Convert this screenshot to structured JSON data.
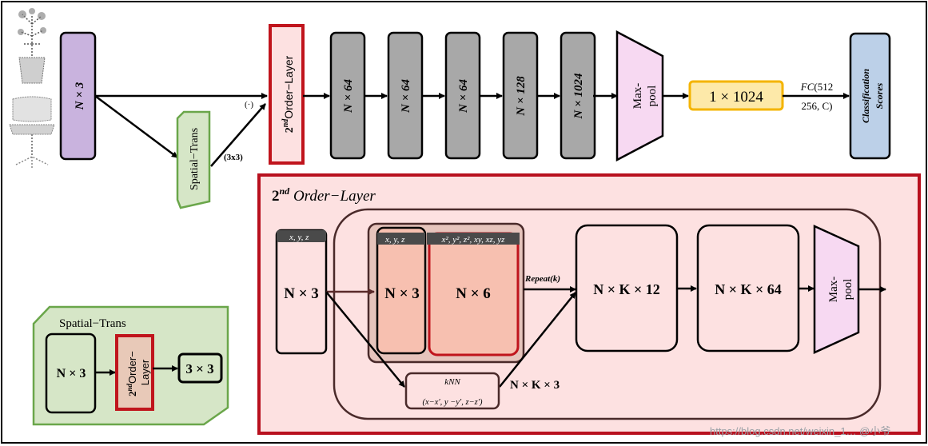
{
  "colors": {
    "frame": "#000000",
    "purple_block": "#c9b3de",
    "gray_block": "#a8a8a8",
    "highlight_red": "#c0141c",
    "spatial_green": "#d6e6c7",
    "green_border": "#6aa64a",
    "maxpool_pink": "#f7d9f2",
    "yellow_fill": "#fde9a9",
    "yellow_border": "#f4b400",
    "scores_blue": "#bcd0e8",
    "panel_pink": "#fde1e1",
    "panel_border": "#b8101e",
    "chip_dark": "#4a4a4a",
    "salmon": "#f7c0b0"
  },
  "icons": [
    "flower-pot-pointcloud-icon",
    "office-chair-pointcloud-icon"
  ],
  "top_pipeline": {
    "input_label": "N × 3",
    "spatial_trans_label": "Spatial−Trans",
    "edge_label_dot": "(·)",
    "edge_label_3x3": "(3x3)",
    "order_layer_sup": "nd",
    "order_layer_num": "2",
    "order_layer_text": "Order−Layer",
    "blocks": [
      "N × 64",
      "N × 64",
      "N × 64",
      "N × 128",
      "N × 1024"
    ],
    "maxpool_line1": "Max-",
    "maxpool_line2": "pool",
    "global_feature": "1 × 1024",
    "fc_line1_a": "FC",
    "fc_line1_b": "(512",
    "fc_line2": "256, C)",
    "scores_line1": "Classification",
    "scores_line2": "Scores"
  },
  "order_panel": {
    "title_num": "2",
    "title_sup": "nd",
    "title_text": " Order−Layer",
    "xyz_chip": "x, y, z",
    "input_block": "N × 3",
    "inner_xyz_chip": "x, y, z",
    "inner_xyz_block": "N × 3",
    "second_order_chip": "x², y², z², xy, xz, yz",
    "second_order_block": "N × 6",
    "repeat_label": "Repeat(k)",
    "knn_label": "kNN",
    "knn_sub": "(x−x′, y −y′, z−z′)",
    "knn_out": "N × K × 3",
    "block_12": "N × K × 12",
    "block_64": "N × K × 64",
    "maxpool_line1": "Max-",
    "maxpool_line2": "pool"
  },
  "spatial_inset": {
    "title": "Spatial−Trans",
    "input_block": "N × 3",
    "order_num": "2",
    "order_sup": "nd",
    "order_text_1": "Order−",
    "order_text_2": "Layer",
    "output_block": "3 × 3"
  },
  "watermark": "https://blog.csdn.net/weixin_1… @小爷"
}
